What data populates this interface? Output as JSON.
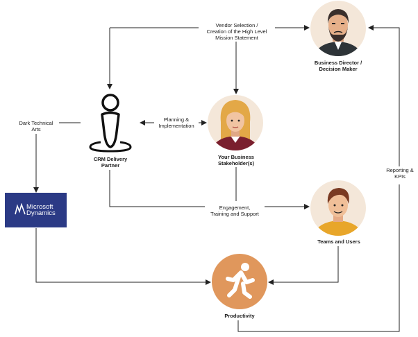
{
  "nodes": {
    "business_director": {
      "line1": "Business Director /",
      "line2": "Decision Maker"
    },
    "stakeholders": {
      "line1": "Your Business",
      "line2": "Stakeholder(s)"
    },
    "crm_partner": {
      "line1": "CRM Delivery",
      "line2": "Partner"
    },
    "teams_users": {
      "line1": "Teams and Users"
    },
    "productivity": {
      "line1": "Productivity"
    },
    "microsoft_dynamics": {
      "line1": "Microsoft",
      "line2": "Dynamics"
    }
  },
  "edges": {
    "vendor_selection": {
      "line1": "Vendor Selection /",
      "line2": "Creation of the High Level",
      "line3": "Mission Statement"
    },
    "planning": {
      "line1": "Planning &",
      "line2": "Implementation"
    },
    "dark_arts": {
      "line1": "Dark Technical",
      "line2": "Arts"
    },
    "engagement": {
      "line1": "Engagement,",
      "line2": "Training and Support"
    },
    "reporting": {
      "line1": "Reporting &",
      "line2": "KPIs"
    }
  },
  "colors": {
    "line": "#222222",
    "avatar_bg": "#f4e7d9",
    "productivity": "#e0975c",
    "dynamics": "#2b3a85"
  }
}
